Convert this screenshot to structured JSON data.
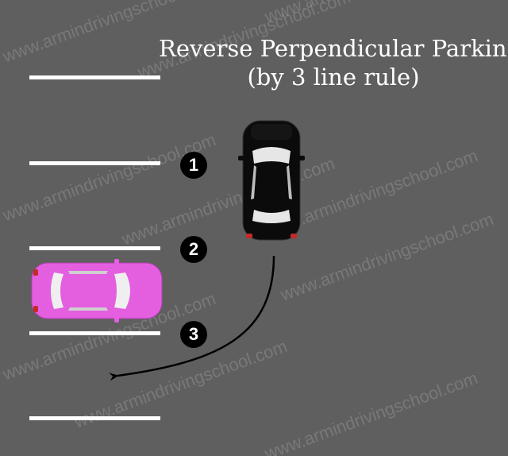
{
  "title": {
    "line1": "Reverse Perpendicular Parking",
    "line2": "(by 3 line rule)"
  },
  "markers": [
    "1",
    "2",
    "3"
  ],
  "watermark": "www.armindrivingschool.com",
  "colors": {
    "background": "#5f5f5f",
    "lines": "#ffffff",
    "black_car": "#0a0a0a",
    "pink_car": "#e35fe0",
    "arrow": "#000000"
  },
  "icons": [
    "black-car-icon",
    "pink-car-icon",
    "curved-arrow-icon"
  ]
}
